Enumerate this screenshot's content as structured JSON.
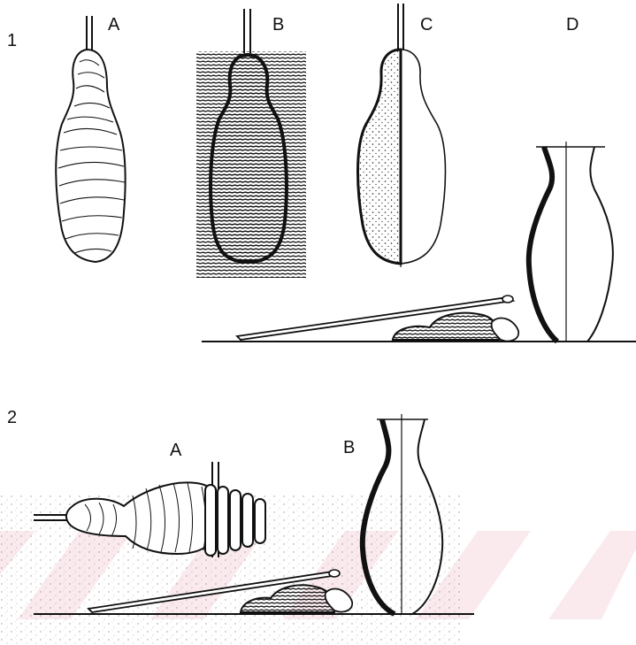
{
  "figure": {
    "row1": {
      "number": "1",
      "panels": [
        {
          "id": "A"
        },
        {
          "id": "B"
        },
        {
          "id": "C"
        },
        {
          "id": "D"
        }
      ]
    },
    "row2": {
      "number": "2",
      "panels": [
        {
          "id": "A"
        },
        {
          "id": "B"
        }
      ]
    },
    "watermark_color": "#f2c4cc",
    "ink_color": "#111111"
  }
}
